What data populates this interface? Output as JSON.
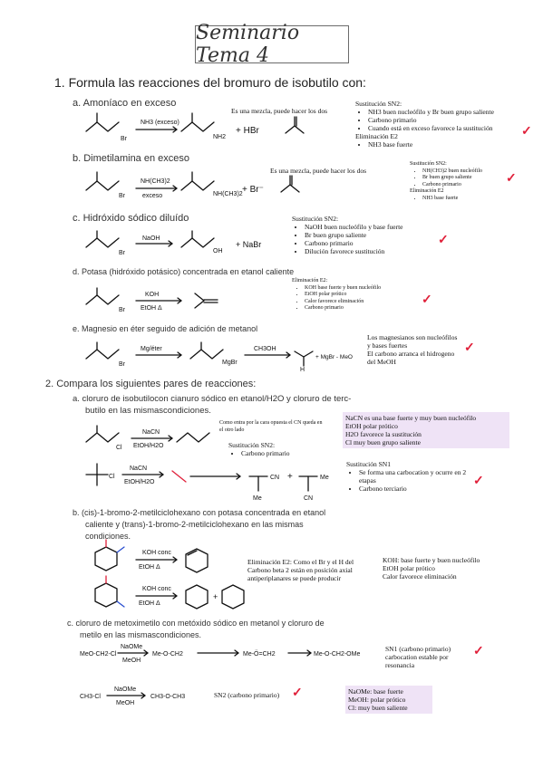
{
  "title": "Seminario Tema 4",
  "q1": {
    "heading": "1.   Formula las reacciones del bromuro de isobutilo con:",
    "a": {
      "label": "a.   Amoníaco en exceso",
      "reagent": "NH3 (exceso)",
      "mix_note": "Es una mezcla, puede hacer los dos",
      "products": "+ HBr",
      "notes_title": "Sustitución SN2:",
      "notes": [
        "NH3 buen nucleófilo y Br buen grupo saliente",
        "Carbono primario",
        "Cuando está en exceso favorece la sustitución"
      ],
      "notes2_title": "Eliminación E2",
      "notes2": [
        "NH3 base fuerte"
      ]
    },
    "b": {
      "label": "b.   Dimetilamina en exceso",
      "reagent": "NH(CH3)2",
      "reagent2": "exceso",
      "mix_note": "Es una mezcla, puede hacer los dos",
      "products": "+ Br⁻",
      "notes_title": "Sustitución SN2:",
      "notes": [
        "NH(CH3)2 buen nucleófilo",
        "Br buen grupo saliente",
        "Carbono primario"
      ],
      "notes2_title": "Eliminación E2",
      "notes2": [
        "NH3 base fuerte"
      ]
    },
    "c": {
      "label": "c.   Hidróxido sódico diluído",
      "reagent": "NaOH",
      "products": "+ NaBr",
      "notes_title": "Sustitución SN2:",
      "notes": [
        "NaOH buen nucleófilo y base fuerte",
        "Br buen grupo saliente",
        "Carbono primario",
        "Dilución favorece sustitución"
      ]
    },
    "d": {
      "label": "d.   Potasa (hidróxido potásico) concentrada en etanol caliente",
      "reagent": "KOH",
      "reagent2": "EtOH Δ",
      "notes_title": "Eliminación E2:",
      "notes": [
        "KOH base fuerte y buen nucleófilo",
        "EtOH polar prótico",
        "Calor favorece eliminación",
        "Carbono primario"
      ]
    },
    "e": {
      "label": "e.   Magnesio en éter seguido de adición de metanol",
      "reagent": "Mg/éter",
      "reagent2": "CH3OH",
      "products": "+ MgBr - MeO",
      "notes": [
        "Los magnesianos son nucleófilos y bases fuertes",
        "El carbono arranca el hidrogeno del MeOH"
      ]
    }
  },
  "q2": {
    "heading": "2.   Compara los siguientes pares de reacciones:",
    "a": {
      "label": "a.   cloruro de isobutilocon cianuro sódico en etanol/H2O y cloruro de terc-",
      "label2": "butilo en las mismascondiciones.",
      "reagent": "NaCN",
      "reagent2": "EtOH/H2O",
      "side_note": "Como entra por la cara opuesta el CN queda en el otro lado",
      "notes_title": "Sustitución SN2:",
      "notes": [
        "Carbono primario"
      ],
      "purple_notes": [
        "NaCN es una base fuerte y muy buen nucleófilo",
        "EtOH polar prótico",
        "H2O favorece la sustitución",
        "Cl muy buen grupo saliente"
      ],
      "sn1_title": "Sustitución SN1",
      "sn1_notes": [
        "Se forma una carbocation y ocurre en 2 etapas",
        "Carbono terciario"
      ]
    },
    "b": {
      "label": "b.   (cis)-1-bromo-2-metilciclohexano con potasa concentrada en etanol",
      "label2": "caliente y (trans)-1-bromo-2-metilciclohexano en las mismas",
      "label3": "condiciones.",
      "reagent": "KOH conc",
      "reagent2": "EtOH Δ",
      "note": "Eliminación E2: Como el Br y el H del Carbono beta 2 están en posición axial antiperiplanares se puede producir",
      "purple_notes": [
        "KOH: base fuerte y buen nucleófilo",
        "EtOH polar prótico",
        "Calor favorece eliminación"
      ]
    },
    "c": {
      "label": "c.   cloruro de metoximetilo con metóxido sódico en metanol y cloruro de",
      "label2": "metilo en las mismascondiciones.",
      "reagent": "NaOMe",
      "reagent2": "MeOH",
      "rxn1_start": "MeO-CH2-Cl",
      "rxn1_inter1": "Me-O-CH2",
      "rxn1_inter2": "Me-Ö=CH2",
      "rxn1_product": "Me-O-CH2-OMe",
      "rxn1_note": "SN1 (carbono primario) carbocation estable por resonancia",
      "rxn2_start": "CH3-Cl",
      "rxn2_product": "CH3-O-CH3",
      "rxn2_note": "SN2 (carbono primario)",
      "purple_notes": [
        "NaOMe: base fuerte",
        "MeOH: polar prótico",
        "Cl: muy buen saliente"
      ]
    }
  },
  "check_mark": "✓"
}
